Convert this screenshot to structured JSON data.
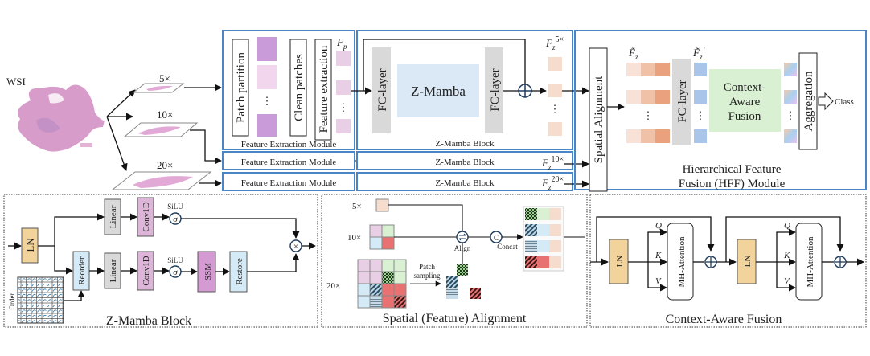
{
  "wsi": {
    "label": "WSI",
    "scales": [
      "5×",
      "10×",
      "20×"
    ]
  },
  "fem": {
    "title": "Feature Extraction Module",
    "patch_partition": "Patch partition",
    "clean_patches": "Clean patches",
    "feature_extraction": "Feature extraction",
    "fp_label": "F",
    "fp_sub": "p",
    "dots": "⋮"
  },
  "zmb": {
    "title": "Z-Mamba Block",
    "fc_layer": "FC-layer",
    "z_mamba": "Z-Mamba",
    "f5": "5×",
    "f10": "10×",
    "f20": "20×",
    "fz": "F",
    "fz_sub": "z"
  },
  "hff": {
    "spatial_alignment": "Spatial Alignment",
    "fz_tilde": "F̃",
    "fc_layer": "FC-layer",
    "caf": [
      "Context-",
      "Aware",
      "Fusion"
    ],
    "aggregation": "Aggregation",
    "class": "Class",
    "title_line1": "Hierarchical Feature",
    "title_line2": "Fusion (HFF) Module"
  },
  "zmamba_detail": {
    "title": "Z-Mamba Block",
    "ln": "LN",
    "linear": "Linear",
    "conv1d": "Conv1D",
    "silu": "SiLU",
    "sigma": "σ",
    "reorder": "Reorder",
    "ssm": "SSM",
    "restore": "Restore",
    "order": "Order",
    "mult": "×"
  },
  "align_detail": {
    "title": "Spatial (Feature) Alignment",
    "s5": "5×",
    "s10": "10×",
    "s20": "20×",
    "align": "Align",
    "concat": "Concat",
    "c": "C",
    "patch_sampling_1": "Patch",
    "patch_sampling_2": "sampling"
  },
  "caf_detail": {
    "title": "Context-Aware Fusion",
    "ln": "LN",
    "mha": "MH-Attention",
    "q": "Q",
    "k": "K",
    "v": "V"
  },
  "colors": {
    "blue_border": "#4a86c5",
    "gray": "#d9d9d9",
    "light_blue": "#dbe8f5",
    "pink_patch": "#e9cfe6",
    "peach": "#f6dccd",
    "orange": "#e9a27d",
    "blue_feat": "#a9c6ea",
    "green": "#d9f0d3",
    "ln": "#f2d39b",
    "conv": "#dcb5d8",
    "ssm": "#d49bd2",
    "reorder": "#d4eaf7",
    "red": "#e87272"
  }
}
